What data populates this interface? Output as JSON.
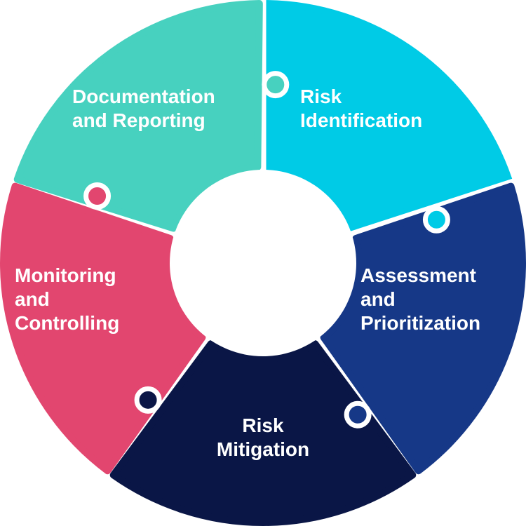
{
  "diagram": {
    "type": "puzzle-cycle",
    "segments": [
      {
        "id": "risk-identification",
        "lines": [
          "Risk",
          "Identification"
        ],
        "color": "#00CBE6"
      },
      {
        "id": "assessment-and-prioritization",
        "lines": [
          "Assessment",
          "and",
          "Prioritization"
        ],
        "color": "#163887"
      },
      {
        "id": "risk-mitigation",
        "lines": [
          "Risk",
          "Mitigation"
        ],
        "color": "#0A1646"
      },
      {
        "id": "monitoring-and-controlling",
        "lines": [
          "Monitoring",
          "and",
          "Controlling"
        ],
        "color": "#E2466F"
      },
      {
        "id": "documentation-and-reporting",
        "lines": [
          "Documentation",
          "and Reporting"
        ],
        "color": "#47D1BF"
      }
    ],
    "background": "#FFFFFF",
    "gap_color": "#FFFFFF"
  }
}
